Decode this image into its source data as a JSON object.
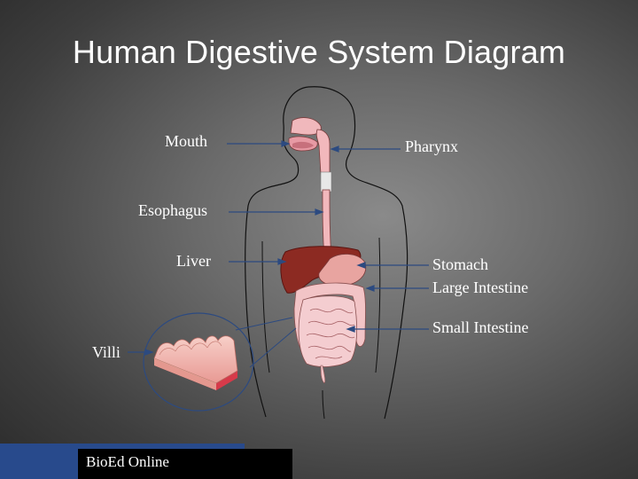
{
  "title": "Human Digestive System Diagram",
  "labels": {
    "mouth": "Mouth",
    "pharynx": "Pharynx",
    "esophagus": "Esophagus",
    "liver": "Liver",
    "stomach": "Stomach",
    "large_intestine": "Large Intestine",
    "small_intestine": "Small Intestine",
    "villi": "Villi"
  },
  "footer": {
    "source": "BioEd Online"
  },
  "colors": {
    "background": "#5a5a5a",
    "leader_line": "#2c4a80",
    "liver": "#8c2a22",
    "stomach": "#e8a4a0",
    "intestine": "#f2c8cc",
    "footer_accent": "#284a8c"
  }
}
